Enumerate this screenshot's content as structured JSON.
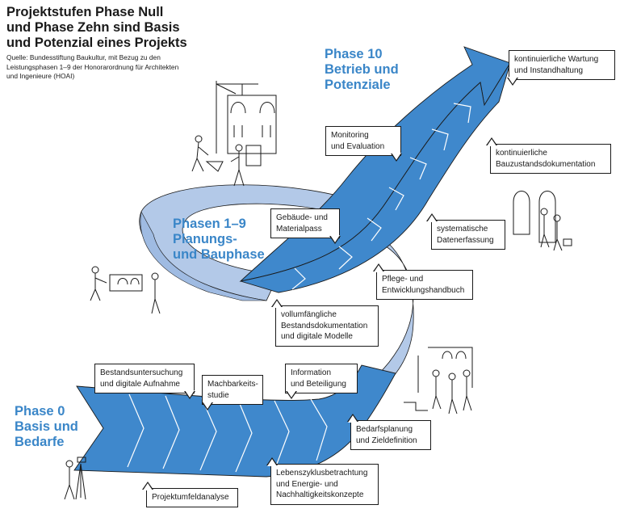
{
  "title_lines": [
    "Projektstufen Phase Null",
    "und Phase Zehn sind Basis",
    "und Potenzial eines Projekts"
  ],
  "source_lines": [
    "Quelle: Bundesstiftung Baukultur, mit Bezug zu den",
    "Leistungsphasen 1–9 der Honorarordnung für Architekten",
    "und Ingenieure (HOAI)"
  ],
  "phases": {
    "phase0": [
      "Phase 0",
      "Basis und",
      "Bedarfe"
    ],
    "phase19": [
      "Phasen 1–9",
      "Planungs-",
      "und Bauphase"
    ],
    "phase10": [
      "Phase 10",
      "Betrieb und",
      "Potenziale"
    ]
  },
  "callouts": {
    "wartung": [
      "kontinuierliche Wartung",
      "und Instandhaltung"
    ],
    "monitoring": [
      "Monitoring",
      "und Evaluation"
    ],
    "bauzustand": [
      "kontinuierliche",
      "Bauzustandsdokumentation"
    ],
    "materialpass": [
      "Gebäude- und",
      "Materialpass"
    ],
    "datenerfassung": [
      "systematische",
      "Datenerfassung"
    ],
    "pflege": [
      "Pflege- und",
      "Entwicklungshandbuch"
    ],
    "bestandsdoku": [
      "vollumfängliche",
      "Bestandsdokumentation",
      "und digitale Modelle"
    ],
    "bestandsuntersuchung": [
      "Bestandsuntersuchung",
      "und digitale Aufnahme"
    ],
    "machbarkeit": [
      "Machbarkeits-",
      "studie"
    ],
    "information": [
      "Information",
      "und Beteiligung"
    ],
    "bedarfsplanung": [
      "Bedarfsplanung",
      "und Zieldefinition"
    ],
    "lebenszyklus": [
      "Lebenszyklusbetrachtung",
      "und Energie- und",
      "Nachhaltigkeitskonzepte"
    ],
    "projektumfeld": [
      "Projektumfeldanalyse"
    ]
  },
  "colors": {
    "arrow_dark": "#3f88cc",
    "arrow_light": "#b3c9e8",
    "phase_text": "#3a86c8",
    "line": "#1a1a1a"
  }
}
